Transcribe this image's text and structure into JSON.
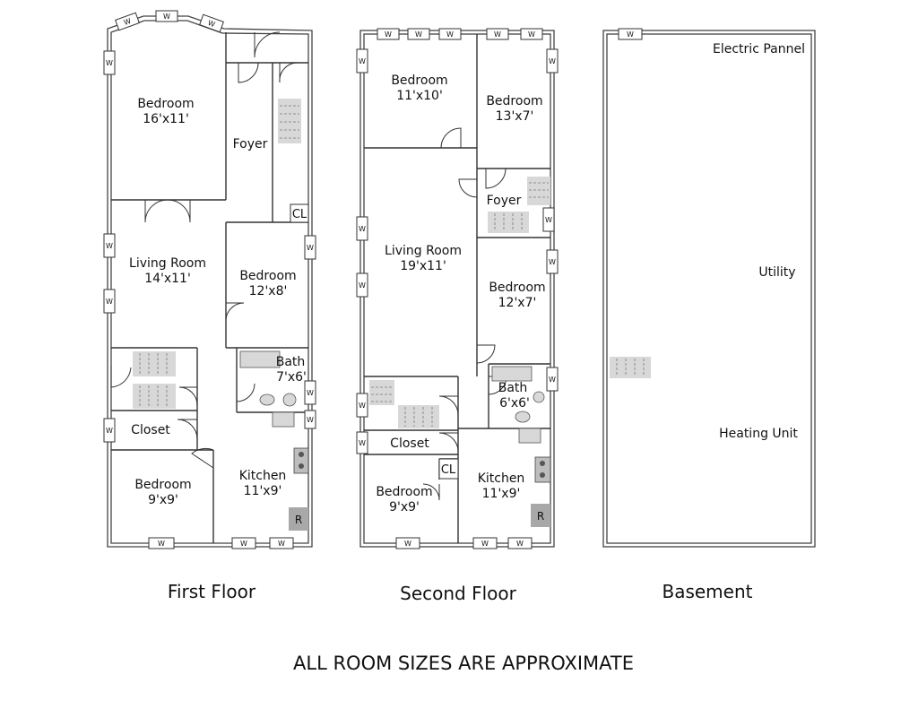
{
  "floors": {
    "first": {
      "caption": "First Floor",
      "rooms": {
        "bedroom_front": {
          "name": "Bedroom",
          "size": "16'x11'"
        },
        "foyer": {
          "name": "Foyer"
        },
        "living": {
          "name": "Living Room",
          "size": "14'x11'"
        },
        "bedroom_mid": {
          "name": "Bedroom",
          "size": "12'x8'"
        },
        "bath": {
          "name": "Bath",
          "size": "7'x6'"
        },
        "closet": {
          "name": "Closet"
        },
        "bedroom_rear": {
          "name": "Bedroom",
          "size": "9'x9'"
        },
        "kitchen": {
          "name": "Kitchen",
          "size": "11'x9'"
        }
      },
      "closet_tag": "CL",
      "fridge_tag": "R"
    },
    "second": {
      "caption": "Second Floor",
      "rooms": {
        "bedroom_a": {
          "name": "Bedroom",
          "size": "11'x10'"
        },
        "bedroom_b": {
          "name": "Bedroom",
          "size": "13'x7'"
        },
        "foyer": {
          "name": "Foyer"
        },
        "living": {
          "name": "Living Room",
          "size": "19'x11'"
        },
        "bedroom_c": {
          "name": "Bedroom",
          "size": "12'x7'"
        },
        "bath": {
          "name": "Bath",
          "size": "6'x6'"
        },
        "closet": {
          "name": "Closet"
        },
        "bedroom_d": {
          "name": "Bedroom",
          "size": "9'x9'"
        },
        "kitchen": {
          "name": "Kitchen",
          "size": "11'x9'"
        }
      },
      "closet_tag": "CL",
      "fridge_tag": "R"
    },
    "basement": {
      "caption": "Basement",
      "areas": {
        "electric": "Electric Pannel",
        "utility": "Utility",
        "heating": "Heating Unit"
      }
    }
  },
  "window_tag": "W",
  "footnote": "ALL ROOM SIZES ARE APPROXIMATE",
  "colors": {
    "wall": "#555555",
    "line": "#333333",
    "fixture": "#d8d8d8",
    "fridge": "#a8a8a8"
  }
}
